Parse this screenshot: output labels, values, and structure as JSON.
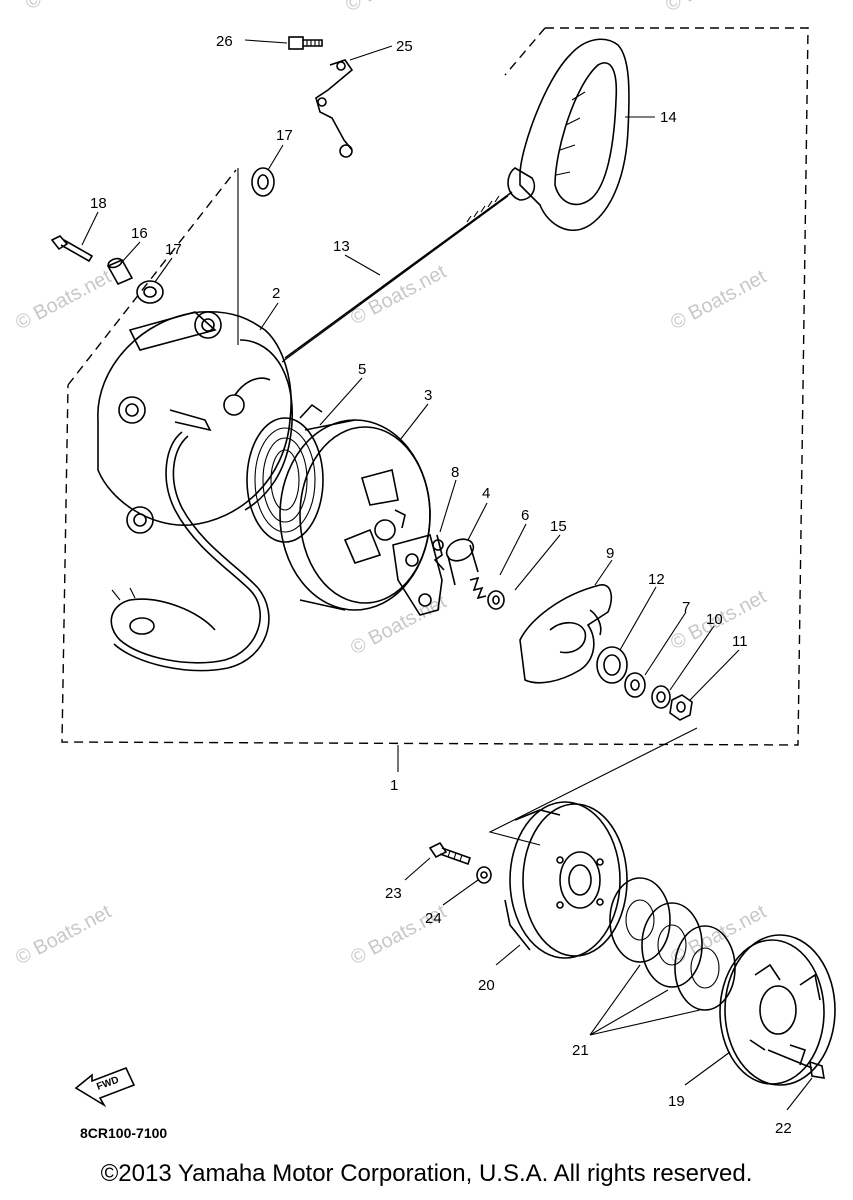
{
  "diagram": {
    "callouts": {
      "c1": "1",
      "c2": "2",
      "c3": "3",
      "c4": "4",
      "c5": "5",
      "c6": "6",
      "c7": "7",
      "c8": "8",
      "c9": "9",
      "c10": "10",
      "c11": "11",
      "c12": "12",
      "c13": "13",
      "c14": "14",
      "c15": "15",
      "c16": "16",
      "c17a": "17",
      "c17b": "17",
      "c18": "18",
      "c19": "19",
      "c20": "20",
      "c21": "21",
      "c22": "22",
      "c23": "23",
      "c24": "24",
      "c25": "25",
      "c26": "26"
    },
    "fwd_label": "FWD",
    "part_code": "8CR100-7100",
    "watermark": "© Boats.net",
    "copyright": "©2013 Yamaha Motor Corporation, U.S.A. All rights reserved."
  },
  "colors": {
    "line": "#000000",
    "watermark": "#c8c8c8",
    "background": "#ffffff"
  }
}
